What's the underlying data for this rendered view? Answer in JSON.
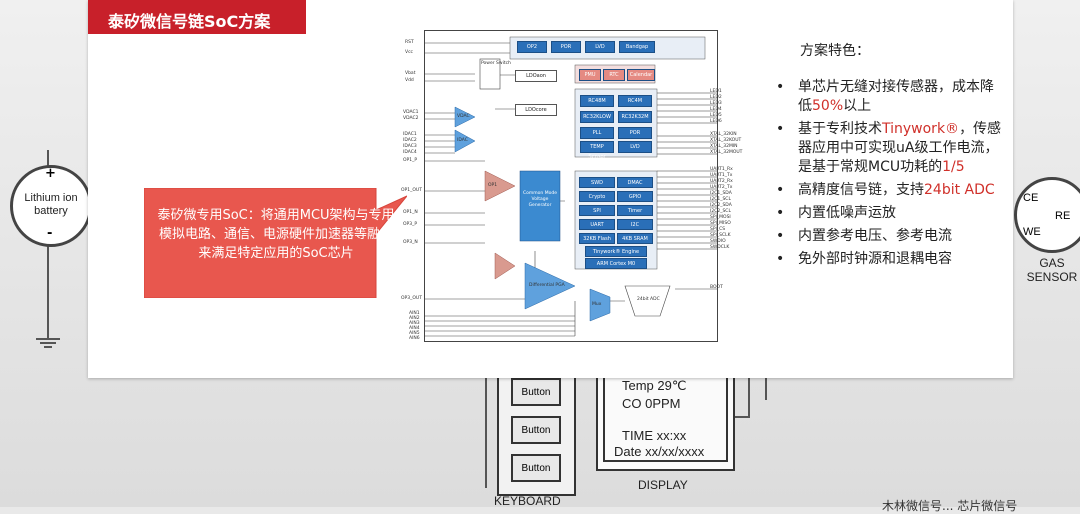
{
  "slide": {
    "title": "泰矽微信号链SoC方案",
    "callout": "泰矽微专用SoC：将通用MCU架构与专用模拟电路、通信、电源硬件加速器等融合来满足特定应用的SoC芯片",
    "features_heading": "方案特色：",
    "features": [
      {
        "pre": "单芯片无缝对接传感器，成本降低",
        "hl": "50%",
        "post": "以上"
      },
      {
        "pre": "基于专利技术",
        "hl": "Tinywork®",
        "post": "，传感器应用中可实现uA级工作电流，是基于常规MCU功耗的",
        "hl2": "1/5"
      },
      {
        "pre": "高精度信号链，支持",
        "hl": "24bit ADC",
        "post": ""
      },
      {
        "pre": "内置低噪声运放",
        "hl": "",
        "post": ""
      },
      {
        "pre": "内置参考电压、参考电流",
        "hl": "",
        "post": ""
      },
      {
        "pre": "免外部时钟源和退耦电容",
        "hl": "",
        "post": ""
      }
    ]
  },
  "chip": {
    "top_blocks": [
      "OP2",
      "POR",
      "LVD",
      "Bandgap"
    ],
    "ldo_aon": "LDOaon",
    "ldo_core": "LDOcore",
    "pmu_blocks": [
      "PMU",
      "RTC",
      "Calendar"
    ],
    "core_blocks": [
      "RC48M",
      "RC4M",
      "RC32KLOW",
      "RC32K32M",
      "PLL",
      "POR",
      "TEMP Sensor",
      "LVD"
    ],
    "power_switch": "Power Switch",
    "vdac": "VDAC",
    "idac": "IDAC",
    "op1": "OP1",
    "cmvg": "Common Mode Voltage Generator",
    "diff_pga": "Differential PGA",
    "mux": "Mux",
    "adc": "24bit ADC",
    "digital_blocks": [
      "SWD",
      "DMAC",
      "Crypto",
      "GPIO",
      "SPI",
      "Timer",
      "UART",
      "I2C",
      "32KB Flash",
      "4KB SRAM",
      "Tinywork® Engine",
      "ARM Cortex M0"
    ],
    "left_pins": [
      "RST",
      "Vcc",
      "Vbat",
      "Vdd",
      "VDAC1",
      "VDAC2",
      "IDAC1",
      "IDAC2",
      "IDAC3",
      "IDAC4",
      "OP1_P",
      "OP1_OUT",
      "OP1_N",
      "OP3_P",
      "OP3_N",
      "OP3_OUT",
      "AIN1",
      "AIN2",
      "AIN3",
      "AIN4",
      "AIN5",
      "AIN6"
    ],
    "right_pins": [
      "LED1",
      "LED2",
      "LED3",
      "LED4",
      "LED5",
      "LED6",
      "XTAL_32KIN",
      "XTAL_32KOUT",
      "XTAL_32MIN",
      "XTAL_32MOUT",
      "UART1_Rx",
      "UART1_Tx",
      "UART2_Rx",
      "UART2_Tx",
      "I2C1_SDA",
      "I2C1_SCL",
      "I2C2_SDA",
      "I2C2_SCL",
      "SPI_MOSI",
      "SPI_MISO",
      "SPI_CS",
      "SPI_SCLK",
      "SWDIO",
      "SWDCLK",
      "BOOT"
    ]
  },
  "background": {
    "battery": "Lithium ion battery",
    "battery_plus": "+",
    "battery_minus": "-",
    "gas_terms": [
      "CE",
      "RE",
      "WE"
    ],
    "gas_label": "GAS SENSOR",
    "buttons": [
      "Button",
      "Button",
      "Button"
    ],
    "keyboard_label": "KEYBOARD",
    "display_lines": [
      "Temp 29℃",
      "CO 0PPM",
      "TIME xx:xx",
      "Date xx/xx/xxxx"
    ],
    "display_label": "DISPLAY",
    "footer_text": "木林微信号... 芯片微信号"
  }
}
